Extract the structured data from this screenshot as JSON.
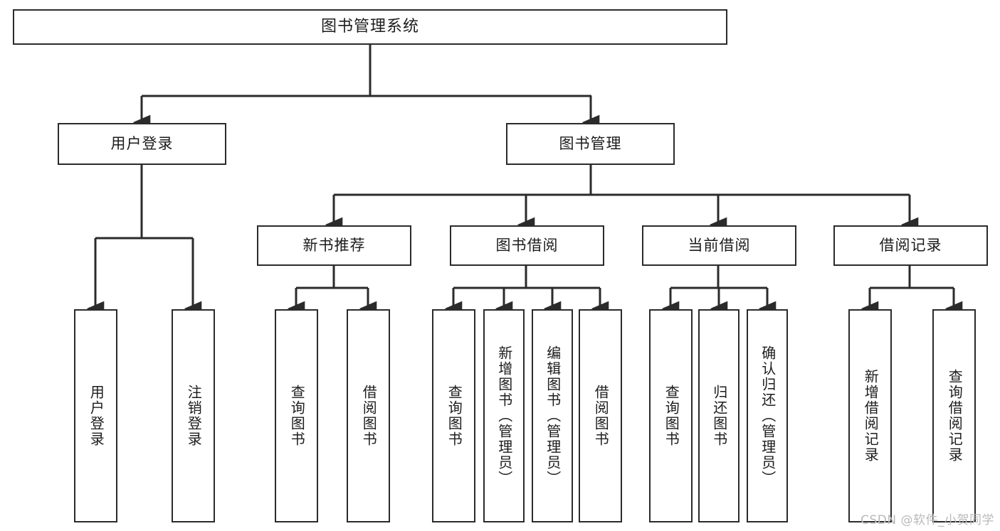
{
  "diagram": {
    "type": "hierarchy-tree",
    "title": "图书管理系统",
    "watermark": "CSDN @软件_小贺同学",
    "colors": {
      "box_border": "#2b2b2b",
      "box_fill": "#ffffff",
      "connector": "#2b2b2b",
      "text": "#1c1c1c",
      "watermark": "#b9b9b9"
    },
    "levels": {
      "root": "图书管理系统",
      "level2": [
        "用户登录",
        "图书管理"
      ],
      "level3": [
        "新书推荐",
        "图书借阅",
        "当前借阅",
        "借阅记录"
      ]
    },
    "nodes": {
      "root": {
        "label": "图书管理系统"
      },
      "user_login": {
        "label": "用户登录"
      },
      "book_mgmt": {
        "label": "图书管理"
      },
      "new_book_rec": {
        "label": "新书推荐"
      },
      "book_borrow": {
        "label": "图书借阅"
      },
      "current_borrow": {
        "label": "当前借阅"
      },
      "borrow_record": {
        "label": "借阅记录"
      },
      "leaf_user_login": {
        "label": "用户登录"
      },
      "leaf_logout": {
        "label": "注销登录"
      },
      "leaf_query_book_1": {
        "label": "查询图书"
      },
      "leaf_borrow_book_1": {
        "label": "借阅图书"
      },
      "leaf_query_book_2": {
        "label": "查询图书"
      },
      "leaf_add_book_admin": {
        "label": "新增图书（管理员）"
      },
      "leaf_edit_book_admin": {
        "label": "编辑图书（管理员）"
      },
      "leaf_borrow_book_2": {
        "label": "借阅图书"
      },
      "leaf_query_book_3": {
        "label": "查询图书"
      },
      "leaf_return_book": {
        "label": "归还图书"
      },
      "leaf_confirm_return_admin": {
        "label": "确认归还（管理员）"
      },
      "leaf_add_record": {
        "label": "新增借阅记录"
      },
      "leaf_query_record": {
        "label": "查询借阅记录"
      }
    },
    "edges": [
      {
        "from": "root",
        "to": "user_login"
      },
      {
        "from": "root",
        "to": "book_mgmt"
      },
      {
        "from": "user_login",
        "to": "leaf_user_login"
      },
      {
        "from": "user_login",
        "to": "leaf_logout"
      },
      {
        "from": "book_mgmt",
        "to": "new_book_rec"
      },
      {
        "from": "book_mgmt",
        "to": "book_borrow"
      },
      {
        "from": "book_mgmt",
        "to": "current_borrow"
      },
      {
        "from": "book_mgmt",
        "to": "borrow_record"
      },
      {
        "from": "new_book_rec",
        "to": "leaf_query_book_1"
      },
      {
        "from": "new_book_rec",
        "to": "leaf_borrow_book_1"
      },
      {
        "from": "book_borrow",
        "to": "leaf_query_book_2"
      },
      {
        "from": "book_borrow",
        "to": "leaf_add_book_admin"
      },
      {
        "from": "book_borrow",
        "to": "leaf_edit_book_admin"
      },
      {
        "from": "book_borrow",
        "to": "leaf_borrow_book_2"
      },
      {
        "from": "current_borrow",
        "to": "leaf_query_book_3"
      },
      {
        "from": "current_borrow",
        "to": "leaf_return_book"
      },
      {
        "from": "current_borrow",
        "to": "leaf_confirm_return_admin"
      },
      {
        "from": "borrow_record",
        "to": "leaf_add_record"
      },
      {
        "from": "borrow_record",
        "to": "leaf_query_record"
      }
    ]
  }
}
